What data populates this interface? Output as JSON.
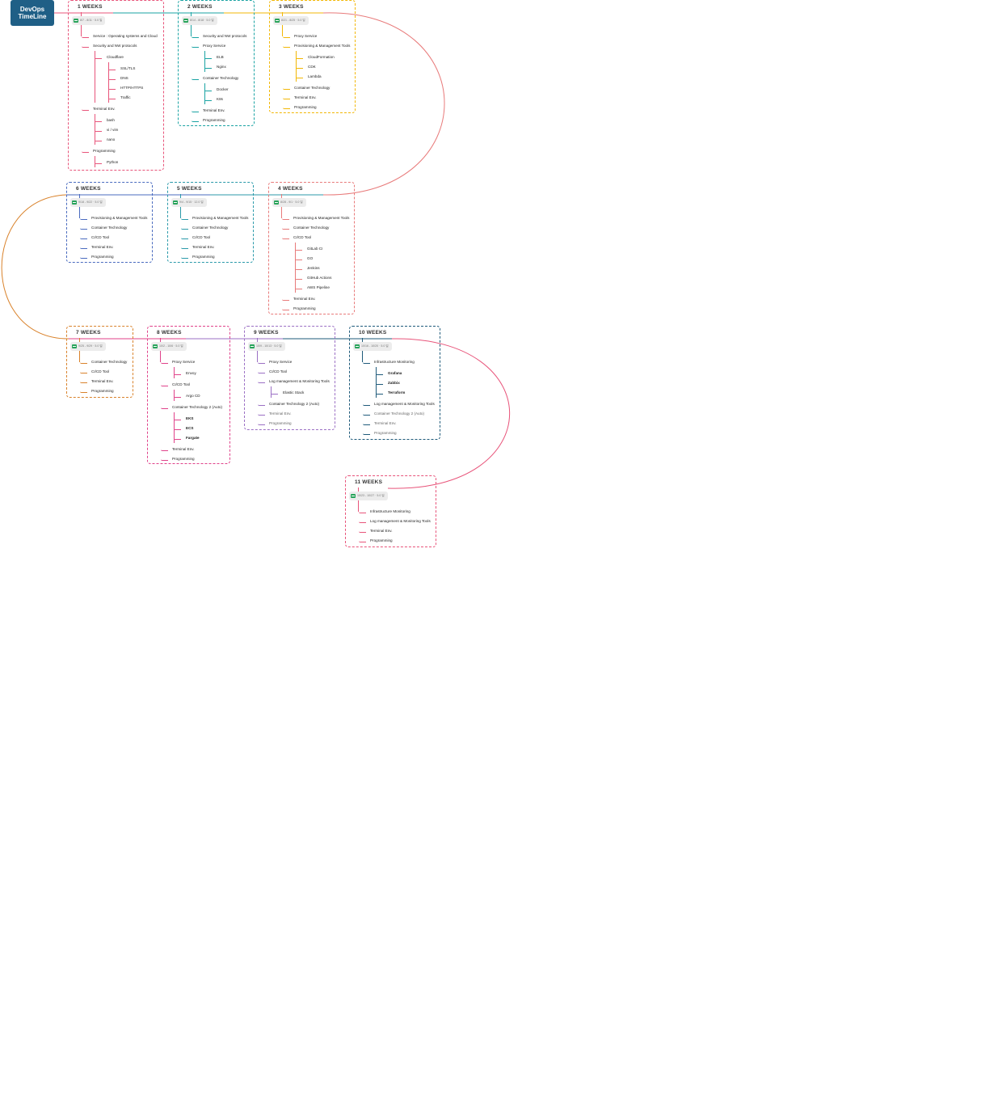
{
  "root": {
    "title": "DevOps TimeLine",
    "color": "#1f5f86"
  },
  "weeks": [
    {
      "title": "1 WEEKS",
      "dates": "8/7 - 8/11 · 5.0 일",
      "color": "#e8547a",
      "items": [
        {
          "label": "Service : Operating systems and Cloud"
        },
        {
          "label": "Security and NW protocols",
          "children": [
            {
              "label": "Cloudflare",
              "children": [
                {
                  "label": "SSL/TLS"
                },
                {
                  "label": "DNS"
                },
                {
                  "label": "HTTP/HTTPS"
                },
                {
                  "label": "Traffic"
                }
              ]
            }
          ]
        },
        {
          "label": "Terminal Env.",
          "children": [
            {
              "label": "bash"
            },
            {
              "label": "vi / vim"
            },
            {
              "label": "nano"
            }
          ]
        },
        {
          "label": "Programming",
          "children": [
            {
              "label": "Python"
            }
          ]
        }
      ]
    },
    {
      "title": "2 WEEKS",
      "dates": "8/14 - 8/18 · 5.0 일",
      "color": "#1aa3a3",
      "items": [
        {
          "label": "Security and NW protocols"
        },
        {
          "label": "Proxy Service",
          "children": [
            {
              "label": "ELB"
            },
            {
              "label": "Nginx"
            }
          ]
        },
        {
          "label": "Container Technology",
          "children": [
            {
              "label": "Docker"
            },
            {
              "label": "K8s"
            }
          ]
        },
        {
          "label": "Terminal Env."
        },
        {
          "label": "Programming"
        }
      ]
    },
    {
      "title": "3 WEEKS",
      "dates": "8/21 - 8/25 · 5.0 일",
      "color": "#f2b705",
      "items": [
        {
          "label": "Proxy Service"
        },
        {
          "label": "Provisioning & Management Tools",
          "children": [
            {
              "label": "CloudFormation"
            },
            {
              "label": "CDK"
            },
            {
              "label": "Lambda"
            }
          ]
        },
        {
          "label": "Container Technology"
        },
        {
          "label": "Terminal Env."
        },
        {
          "label": "Programming"
        }
      ]
    },
    {
      "title": "4 WEEKS",
      "dates": "8/28 - 9/1 · 5.0 일",
      "color": "#e87a7a",
      "items": [
        {
          "label": "Provisioning & Management Tools"
        },
        {
          "label": "Container Technology"
        },
        {
          "label": "CI/CD Tool",
          "children": [
            {
              "label": "GitLab CI"
            },
            {
              "label": "GO"
            },
            {
              "label": "Jenkins"
            },
            {
              "label": "GitHub Actions"
            },
            {
              "label": "AWS Pipeline"
            }
          ]
        },
        {
          "label": "Terminal Env."
        },
        {
          "label": "Programming"
        }
      ]
    },
    {
      "title": "5 WEEKS",
      "dates": "9/4 - 9/15 · 12.0 일",
      "color": "#2b9aaa",
      "items": [
        {
          "label": "Provisioning & Management Tools"
        },
        {
          "label": "Container Technology"
        },
        {
          "label": "CI/CD Tool"
        },
        {
          "label": "Terminal Env."
        },
        {
          "label": "Programming"
        }
      ]
    },
    {
      "title": "6 WEEKS",
      "dates": "9/18 - 9/22 · 5.0 일",
      "color": "#4a6bbf",
      "items": [
        {
          "label": "Provisioning & Management Tools"
        },
        {
          "label": "Container Technology"
        },
        {
          "label": "CI/CD Tool"
        },
        {
          "label": "Terminal Env."
        },
        {
          "label": "Programming"
        }
      ]
    },
    {
      "title": "7 WEEKS",
      "dates": "9/25 - 9/29 · 5.0 일",
      "color": "#d9822b",
      "items": [
        {
          "label": "Container Technology"
        },
        {
          "label": "CI/CD Tool"
        },
        {
          "label": "Terminal Env."
        },
        {
          "label": "Programming"
        }
      ]
    },
    {
      "title": "8 WEEKS",
      "dates": "10/2 - 10/6 · 5.0 일",
      "color": "#e0428a",
      "items": [
        {
          "label": "Proxy Service",
          "children": [
            {
              "label": "Envoy"
            }
          ]
        },
        {
          "label": "CI/CD Tool",
          "children": [
            {
              "label": "Argo CD"
            }
          ]
        },
        {
          "label": "Container Technology 2 (Auto)",
          "children": [
            {
              "label": "EKS",
              "bold": true
            },
            {
              "label": "ECS",
              "bold": true
            },
            {
              "label": "Fargate",
              "bold": true
            }
          ]
        },
        {
          "label": "Terminal Env."
        },
        {
          "label": "Programming"
        }
      ]
    },
    {
      "title": "9 WEEKS",
      "dates": "10/9 - 10/13 · 5.0 일",
      "color": "#9b6fc4",
      "items": [
        {
          "label": "Proxy Service"
        },
        {
          "label": "CI/CD Tool"
        },
        {
          "label": "Log management & Monitoring Tools",
          "children": [
            {
              "label": "Elastic Stack"
            }
          ]
        },
        {
          "label": "Container Technology 2 (Auto)"
        },
        {
          "label": "Terminal Env.",
          "light": true
        },
        {
          "label": "Programming",
          "light": true
        }
      ]
    },
    {
      "title": "10 WEEKS",
      "dates": "10/16 - 10/20 · 5.0 일",
      "color": "#1e5a7a",
      "items": [
        {
          "label": "Infrastructure Monitoring",
          "children": [
            {
              "label": "Grafana",
              "bold": true
            },
            {
              "label": "Zabbix",
              "bold": true
            },
            {
              "label": "Terraform",
              "bold": true
            }
          ]
        },
        {
          "label": "Log management & Monitoring Tools"
        },
        {
          "label": "Container Technology 2 (Auto)",
          "light": true
        },
        {
          "label": "Terminal Env.",
          "light": true
        },
        {
          "label": "Programming",
          "light": true
        }
      ]
    },
    {
      "title": "11 WEEKS",
      "dates": "10/23 - 10/27 · 5.0 일",
      "color": "#e8547a",
      "items": [
        {
          "label": "Infrastructure Monitoring"
        },
        {
          "label": "Log management & Monitoring Tools"
        },
        {
          "label": "Terminal Env."
        },
        {
          "label": "Programming"
        }
      ]
    }
  ]
}
